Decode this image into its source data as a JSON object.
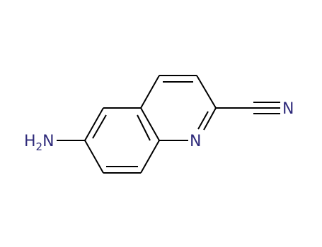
{
  "molecule": {
    "atoms": {
      "amino": {
        "text": "H",
        "sub": "2",
        "tail": "N"
      },
      "ring_nitrogen": "N",
      "nitrile_nitrogen": "N"
    }
  },
  "colors": {
    "bond": "#000000",
    "heteroatom": "#2e2a7a",
    "background": "#ffffff"
  }
}
